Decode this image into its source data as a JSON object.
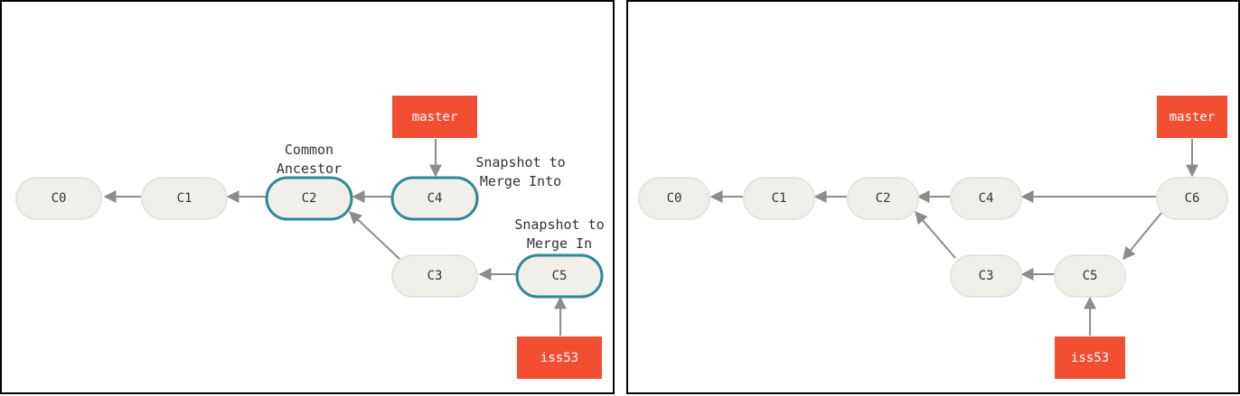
{
  "colors": {
    "branch": "#f14e32",
    "highlight": "#2f8a94",
    "node_fill": "#f0efea",
    "edge": "#8c8c8c"
  },
  "left": {
    "commits": {
      "c0": "C0",
      "c1": "C1",
      "c2": "C2",
      "c3": "C3",
      "c4": "C4",
      "c5": "C5"
    },
    "branches": {
      "master": "master",
      "iss53": "iss53"
    },
    "annotations": {
      "common_ancestor": [
        "Common",
        "Ancestor"
      ],
      "snapshot_into": [
        "Snapshot to",
        "Merge Into"
      ],
      "snapshot_in": [
        "Snapshot to",
        "Merge In"
      ]
    }
  },
  "right": {
    "commits": {
      "c0": "C0",
      "c1": "C1",
      "c2": "C2",
      "c3": "C3",
      "c4": "C4",
      "c5": "C5",
      "c6": "C6"
    },
    "branches": {
      "master": "master",
      "iss53": "iss53"
    }
  }
}
